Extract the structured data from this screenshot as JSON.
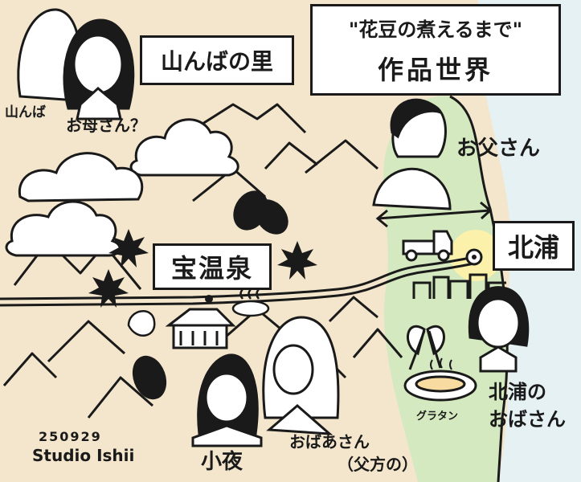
{
  "title": {
    "quote": "\"花豆の煮えるまで\"",
    "subtitle": "作品世界"
  },
  "places": {
    "village": "山んばの里",
    "onsen": "宝温泉",
    "kitaura": "北浦"
  },
  "characters": {
    "yamanba": "山んば",
    "mother": "お母さん？",
    "father": "お父さん",
    "sayo": "小夜",
    "grandma": "おばあさん",
    "grandma_note": "（父方の）",
    "aunt_line1": "北浦の",
    "aunt_line2": "おばさん"
  },
  "food": {
    "gratin": "グラタン"
  },
  "signature": {
    "date": "250929",
    "studio": "Studio Ishii"
  },
  "colors": {
    "paper": "#f3e6cc",
    "sea": "#e6f1f4",
    "green": "#d4e9bf",
    "ink": "#1a1a1a",
    "sun": "#fff2a8"
  }
}
